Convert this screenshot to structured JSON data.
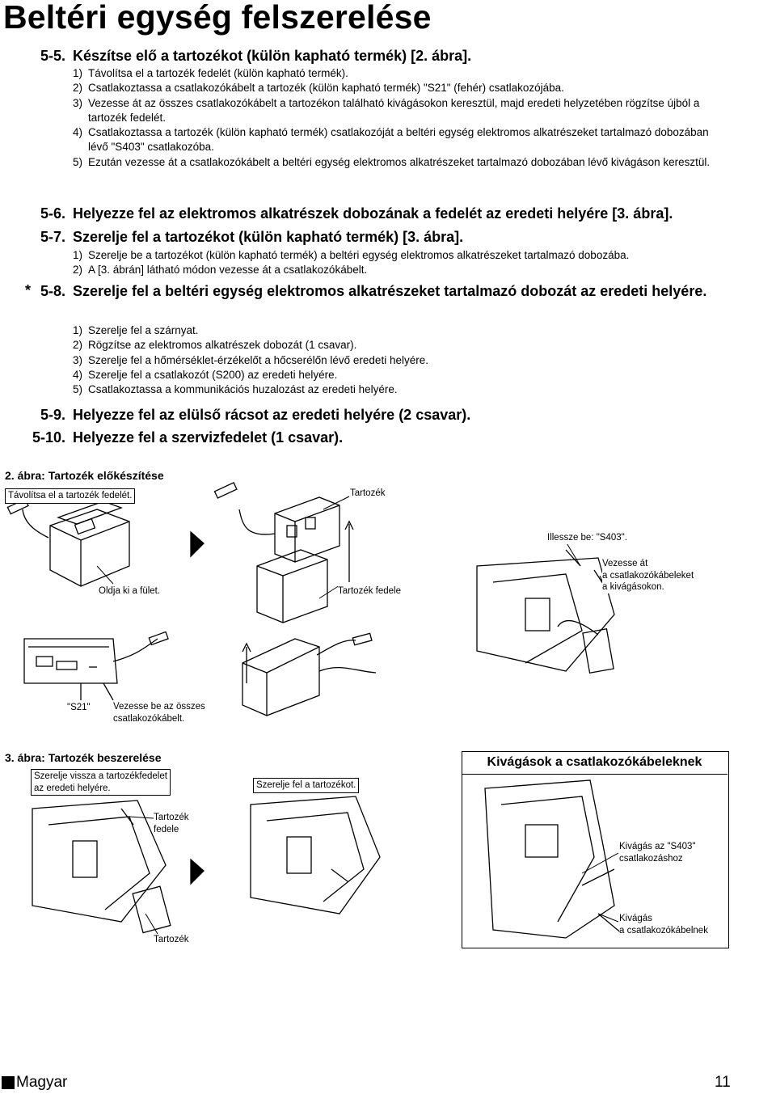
{
  "title": "Beltéri egység felszerelése",
  "sections": {
    "s55": {
      "num": "5-5.",
      "heading": "Készítse elő a tartozékot (külön kapható termék) [2. ábra].",
      "steps": [
        {
          "n": "1)",
          "t": "Távolítsa el a tartozék fedelét (külön kapható termék)."
        },
        {
          "n": "2)",
          "t": "Csatlakoztassa a csatlakozókábelt a tartozék (külön kapható termék) \"S21\" (fehér) csatlakozójába."
        },
        {
          "n": "3)",
          "t": "Vezesse át az összes csatlakozókábelt a tartozékon található kivágásokon keresztül, majd eredeti helyzetében rögzítse újból a tartozék fedelét."
        },
        {
          "n": "4)",
          "t": "Csatlakoztassa a tartozék (külön kapható termék) csatlakozóját a beltéri egység elektromos alkatrészeket tartalmazó dobozában lévő \"S403\" csatlakozóba."
        },
        {
          "n": "5)",
          "t": "Ezután vezesse át a csatlakozókábelt a beltéri egység elektromos alkatrészeket tartalmazó dobozában lévő kivágáson keresztül."
        }
      ]
    },
    "s56": {
      "num": "5-6.",
      "heading": "Helyezze fel az elektromos alkatrészek dobozának a fedelét az eredeti helyére [3. ábra]."
    },
    "s57": {
      "num": "5-7.",
      "heading": "Szerelje fel a tartozékot (külön kapható termék) [3. ábra].",
      "steps": [
        {
          "n": "1)",
          "t": "Szerelje be a tartozékot (külön kapható termék) a beltéri egység elektromos alkatrészeket tartalmazó dobozába."
        },
        {
          "n": "2)",
          "t": "A [3. ábrán] látható módon vezesse át a csatlakozókábelt."
        }
      ]
    },
    "s58": {
      "star": "*",
      "num": "5-8.",
      "heading": "Szerelje fel a beltéri egység elektromos alkatrészeket tartalmazó dobozát az eredeti helyére.",
      "steps": [
        {
          "n": "1)",
          "t": "Szerelje fel a szárnyat."
        },
        {
          "n": "2)",
          "t": "Rögzítse az elektromos alkatrészek dobozát (1 csavar)."
        },
        {
          "n": "3)",
          "t": "Szerelje fel a hőmérséklet-érzékelőt a hőcserélőn lévő eredeti helyére."
        },
        {
          "n": "4)",
          "t": "Szerelje fel a csatlakozót (S200) az eredeti helyére."
        },
        {
          "n": "5)",
          "t": "Csatlakoztassa a kommunikációs huzalozást az eredeti helyére."
        }
      ]
    },
    "s59": {
      "num": "5-9.",
      "heading": "Helyezze fel az elülső rácsot az eredeti helyére (2 csavar)."
    },
    "s510": {
      "num": "5-10.",
      "heading": "Helyezze fel a szervizfedelet (1 csavar)."
    }
  },
  "figure2": {
    "label": "2. ábra: Tartozék előkészítése",
    "callouts": {
      "remove_cover": "Távolítsa el a tartozék fedelét.",
      "accessory": "Tartozék",
      "fit_to": "Illessze be: \"S403\".",
      "route_line1": "Vezesse át",
      "route_line2": "a csatlakozókábeleket",
      "route_line3": "a kivágásokon.",
      "release_tab": "Oldja ki a fület.",
      "accessory_cover": "Tartozék fedele",
      "s21": "\"S21\"",
      "route_all_line1": "Vezesse be az összes",
      "route_all_line2": "csatlakozókábelt."
    }
  },
  "figure3": {
    "label": "3. ábra: Tartozék beszerelése",
    "callouts": {
      "replace_cover_line1": "Szerelje vissza a tartozékfedelet",
      "replace_cover_line2": "az eredeti helyére.",
      "install_accessory": "Szerelje fel a tartozékot.",
      "acc_cover_line1": "Tartozék",
      "acc_cover_line2": "fedele",
      "accessory": "Tartozék"
    }
  },
  "cutouts_panel": {
    "title": "Kivágások a csatlakozókábeleknek",
    "callouts": {
      "s403_cutout_line1": "Kivágás az \"S403\"",
      "s403_cutout_line2": "csatlakozáshoz",
      "cable_cutout_line1": "Kivágás",
      "cable_cutout_line2": "a csatlakozókábelnek"
    }
  },
  "footer": {
    "language": "Magyar",
    "page": "11"
  }
}
